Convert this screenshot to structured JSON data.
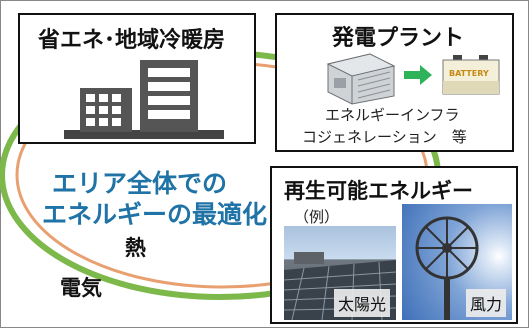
{
  "energy_saving": {
    "title": "省エネ･地域冷暖房"
  },
  "power_plant": {
    "title": "発電プラント",
    "battery_label": "BATTERY",
    "caption_line1": "エネルギーインフラ",
    "caption_line2": "コジェネレーション　等"
  },
  "renewable": {
    "title": "再生可能エネルギー",
    "example": "（例）",
    "solar_label": "太陽光",
    "wind_label": "風力"
  },
  "center": {
    "line1": "エリア全体での",
    "line2": "エネルギーの最適化"
  },
  "flows": {
    "heat": "熱",
    "electricity": "電気"
  },
  "colors": {
    "accent_blue": "#1f73a6",
    "loop_green": "#7db84a",
    "loop_orange": "#e8a070",
    "arrow_green": "#2eb25a"
  }
}
